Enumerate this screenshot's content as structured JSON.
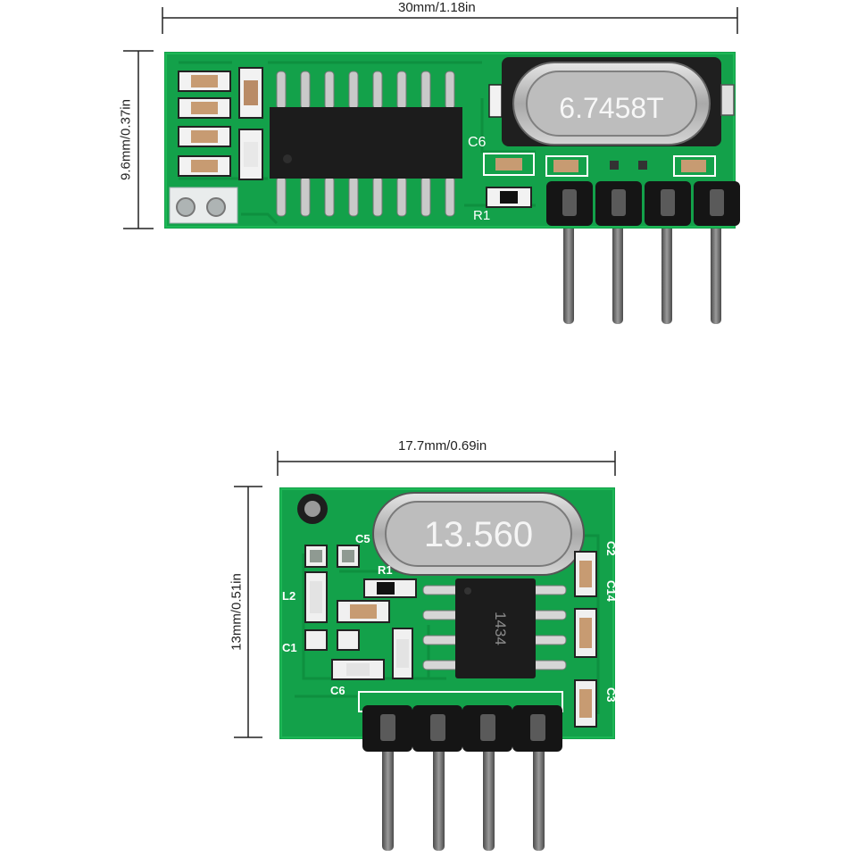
{
  "dimensions": {
    "receiver_width": "30mm/1.18in",
    "receiver_height": "9.6mm/0.37in",
    "transmitter_width": "17.7mm/0.69in",
    "transmitter_height": "13mm/0.51in"
  },
  "receiver": {
    "crystal_marking": "6.7458T",
    "silk_c6": "C6",
    "silk_r1": "R1"
  },
  "transmitter": {
    "crystal_marking": "13.560",
    "ic_marking": "1434",
    "silk_c5": "C5",
    "silk_l2": "L2",
    "silk_c1": "C1",
    "silk_c6": "C6",
    "silk_c2": "C2",
    "silk_c14": "C14",
    "silk_c3": "C3",
    "silk_r1": "R1"
  },
  "colors": {
    "pcb_green": "#13a14a",
    "pcb_dark_green": "#0d8a3c",
    "ic_black": "#1c1c1c",
    "header_black": "#151515",
    "pin_metal": "#6b6b6b",
    "crystal_metal": "#b9b9b9",
    "dimension_line": "#222222"
  }
}
